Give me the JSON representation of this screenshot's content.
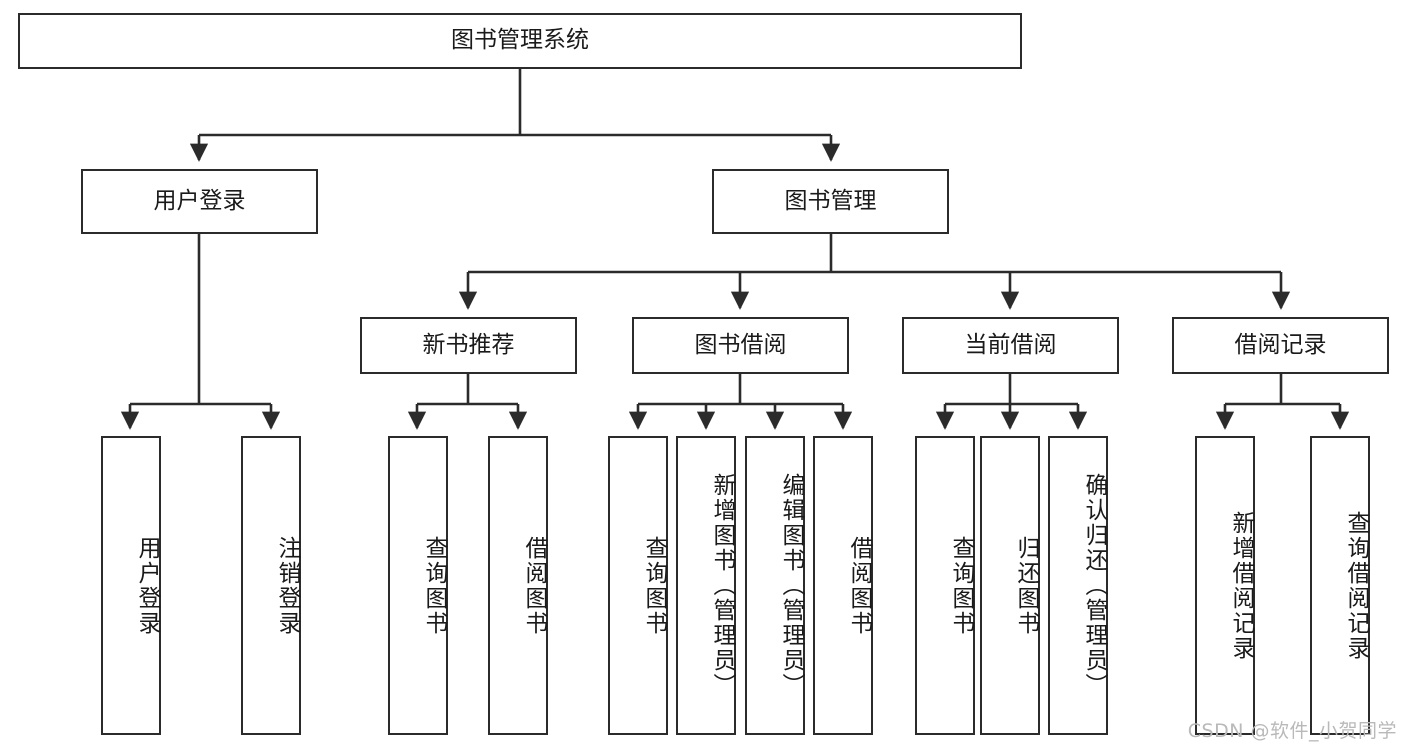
{
  "diagram": {
    "type": "tree-hierarchy",
    "title": "图书管理系统",
    "root": {
      "label": "图书管理系统"
    },
    "level2": [
      {
        "label": "用户登录"
      },
      {
        "label": "图书管理"
      }
    ],
    "level3": [
      {
        "label": "新书推荐"
      },
      {
        "label": "图书借阅"
      },
      {
        "label": "当前借阅"
      },
      {
        "label": "借阅记录"
      }
    ],
    "leaves": {
      "user_login": [
        {
          "label": "用户登录"
        },
        {
          "label": "注销登录"
        }
      ],
      "new_book_recommend": [
        {
          "label": "查询图书"
        },
        {
          "label": "借阅图书"
        }
      ],
      "book_borrow": [
        {
          "label": "查询图书"
        },
        {
          "label": "新增图书（管理员）"
        },
        {
          "label": "编辑图书（管理员）"
        },
        {
          "label": "借阅图书"
        }
      ],
      "current_borrow": [
        {
          "label": "查询图书"
        },
        {
          "label": "归还图书"
        },
        {
          "label": "确认归还（管理员）"
        }
      ],
      "borrow_record": [
        {
          "label": "新增借阅记录"
        },
        {
          "label": "查询借阅记录"
        }
      ]
    }
  },
  "watermark": {
    "text": "CSDN @软件_小贺同学"
  },
  "colors": {
    "box_border": "#2b2b2b",
    "box_fill": "#ffffff",
    "edge": "#2b2b2b",
    "text": "#1a1a1a",
    "watermark": "#b9b9b9"
  }
}
